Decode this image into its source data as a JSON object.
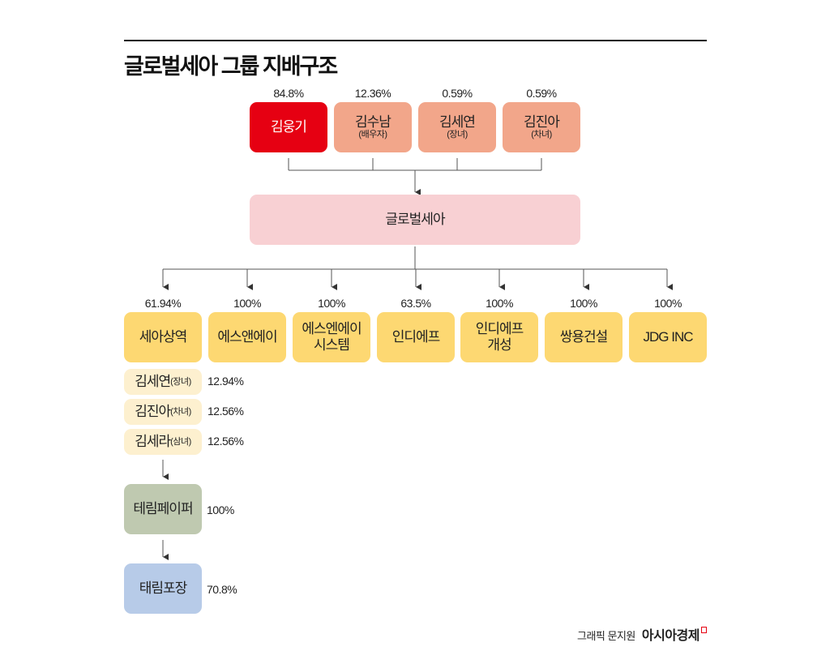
{
  "title": "글로벌세아 그룹 지배구조",
  "colors": {
    "owner_main": "#e60012",
    "owner": "#f2a68a",
    "holding": "#f8d0d3",
    "affiliate": "#fdd872",
    "family": "#fdf0cf",
    "terim_paper": "#bfc9b0",
    "taerim_pojang": "#b7cbe8"
  },
  "shareholders": [
    {
      "name": "김웅기",
      "note": "",
      "pct": "84.8%"
    },
    {
      "name": "김수남",
      "note": "(배우자)",
      "pct": "12.36%"
    },
    {
      "name": "김세연",
      "note": "(장녀)",
      "pct": "0.59%"
    },
    {
      "name": "김진아",
      "note": "(차녀)",
      "pct": "0.59%"
    }
  ],
  "holding": "글로벌세아",
  "affiliates": [
    {
      "name": "세아상역",
      "pct": "61.94%"
    },
    {
      "name": "에스앤에이",
      "pct": "100%"
    },
    {
      "line1": "에스엔에이",
      "line2": "시스템",
      "pct": "100%"
    },
    {
      "name": "인디에프",
      "pct": "63.5%"
    },
    {
      "line1": "인디에프",
      "line2": "개성",
      "pct": "100%"
    },
    {
      "name": "쌍용건설",
      "pct": "100%"
    },
    {
      "name": "JDG INC",
      "pct": "100%"
    }
  ],
  "family_holders": [
    {
      "name": "김세연",
      "note": "(장녀)",
      "pct": "12.94%"
    },
    {
      "name": "김진아",
      "note": "(차녀)",
      "pct": "12.56%"
    },
    {
      "name": "김세라",
      "note": "(삼녀)",
      "pct": "12.56%"
    }
  ],
  "chain": [
    {
      "name": "테림페이퍼",
      "pct": "100%"
    },
    {
      "name": "태림포장",
      "pct": "70.8%"
    }
  ],
  "credit": {
    "graphic": "그래픽 문지원",
    "brand": "아시아경제"
  }
}
